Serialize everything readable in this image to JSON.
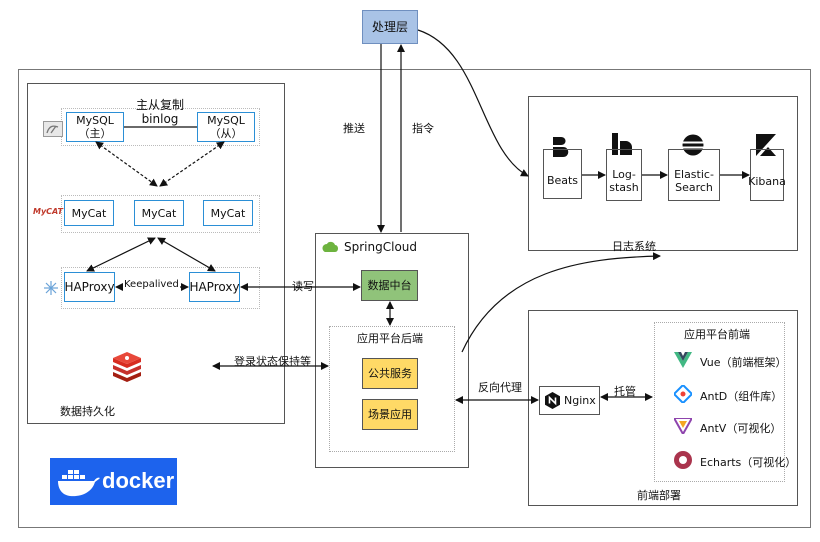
{
  "processing_layer": "处理层",
  "push": "推送",
  "command": "指令",
  "persistence": {
    "mysql_master": "MySQL\n（主）",
    "replication": "主从复制\nbinlog",
    "mysql_slave": "MySQL\n（从）",
    "mycat": [
      "MyCat",
      "MyCat",
      "MyCat"
    ],
    "haproxy_left": "HAProxy",
    "keepalived": "Keepalived",
    "haproxy_right": "HAProxy",
    "label": "数据持久化",
    "mycat_logo": "MyCAT"
  },
  "springcloud": {
    "title": "SpringCloud",
    "data_center": "数据中台",
    "backend_title": "应用平台后端",
    "public_service": "公共服务",
    "scene_app": "场景应用"
  },
  "read_write": "读写",
  "login_state": "登录状态保持等",
  "reverse_proxy": "反向代理",
  "hosting": "托管",
  "logging": {
    "beats": "Beats",
    "logstash": "Log-\nstash",
    "elastic": "Elastic-\nSearch",
    "kibana": "Kibana",
    "label": "日志系统"
  },
  "frontend": {
    "nginx": "Nginx",
    "title": "应用平台前端",
    "vue": "Vue（前端框架）",
    "antd": "AntD（组件库）",
    "antv": "AntV（可视化）",
    "echarts": "Echarts（可视化）",
    "label": "前端部署"
  },
  "docker": "docker",
  "colors": {
    "processing": "#a9c3e6",
    "data_center": "#90c37a",
    "service": "#ffd966",
    "blue_border": "#2b8fd6",
    "docker": "#1d63ed"
  }
}
